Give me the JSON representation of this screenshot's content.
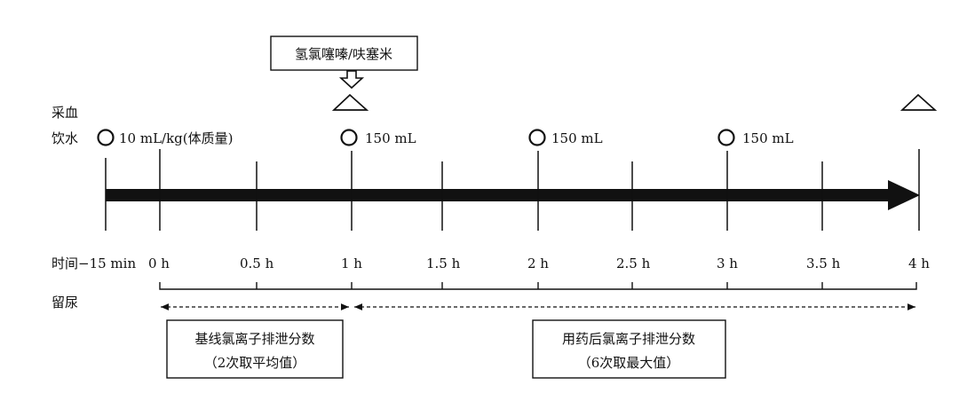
{
  "colors": {
    "ink": "#111111",
    "background": "#ffffff"
  },
  "drug_box": {
    "label": "氢氯噻嗪/呋塞米"
  },
  "row_labels": {
    "blood": "采血",
    "water": "饮水",
    "time": "时间",
    "urine": "留尿"
  },
  "time_labels": [
    "−15 min",
    "0 h",
    "0.5 h",
    "1 h",
    "1.5 h",
    "2 h",
    "2.5 h",
    "3 h",
    "3.5 h",
    "4 h"
  ],
  "water_intake": [
    {
      "time": "−15 min",
      "amount": "10 mL/kg(体质量)"
    },
    {
      "time": "1 h",
      "amount": "150 mL"
    },
    {
      "time": "2 h",
      "amount": "150 mL"
    },
    {
      "time": "3 h",
      "amount": "150 mL"
    }
  ],
  "blood_sampling_times": [
    "1 h",
    "4 h"
  ],
  "phases": [
    {
      "line1": "基线氯离子排泄分数",
      "line2": "（2次取平均值）"
    },
    {
      "line1": "用药后氯离子排泄分数",
      "line2": "（6次取最大值）"
    }
  ]
}
